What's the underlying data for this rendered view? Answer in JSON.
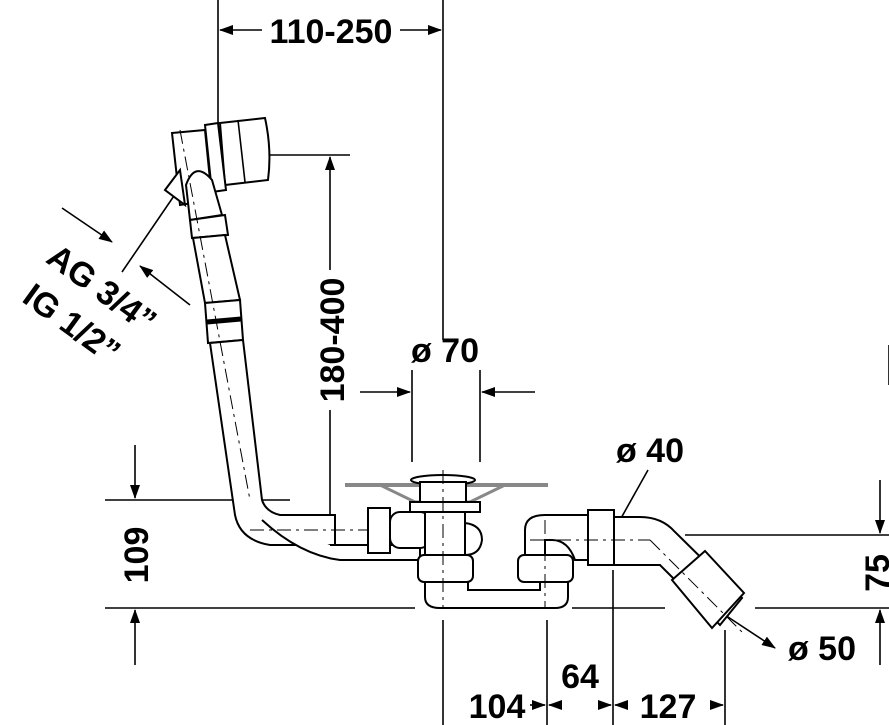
{
  "drawing": {
    "dimensions": {
      "overflow_offset": "110-250",
      "overflow_height": "180-400",
      "waste_diameter": "ø 70",
      "outlet_diameter": "ø 40",
      "connector_diameter": "ø 50",
      "trap_height": "109",
      "outlet_height": "75",
      "waste_to_trap": "104",
      "trap_to_outlet": "64",
      "outlet_reach": "127"
    },
    "thread_labels": {
      "external": "AG 3/4”",
      "internal": "IG 1/2”"
    }
  }
}
